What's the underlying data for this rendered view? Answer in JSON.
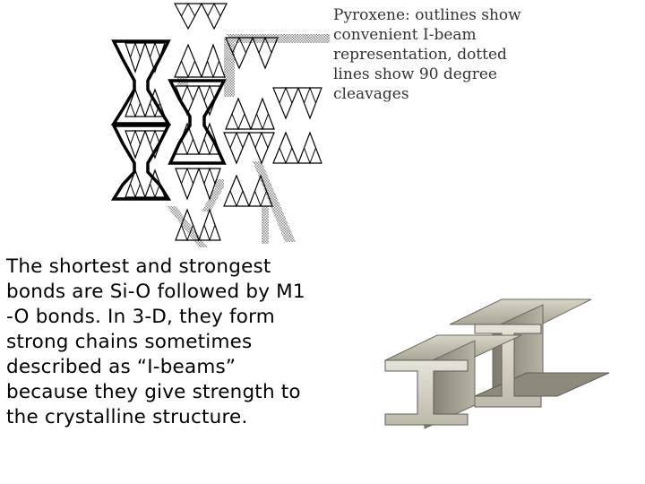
{
  "caption": {
    "text": "Pyroxene: outlines show\nconvenient I-beam\nrepresentation, dotted\nlines show 90 degree\ncleavages"
  },
  "body": {
    "text": "The shortest and strongest\nbonds are Si-O followed by M1\n-O bonds. In 3-D, they form\nstrong chains sometimes\ndescribed as “I-beams”\nbecause they give strength to\nthe crystalline  structure."
  },
  "colors": {
    "line": "#000000",
    "dotted": "#9a9a9a",
    "steel_light": "#c9c6b6",
    "steel_mid": "#8f8c7c",
    "steel_dark": "#55534a"
  },
  "icons": {
    "diagram": "pyroxene-chain-diagram",
    "beam": "steel-i-beam-illustration"
  }
}
